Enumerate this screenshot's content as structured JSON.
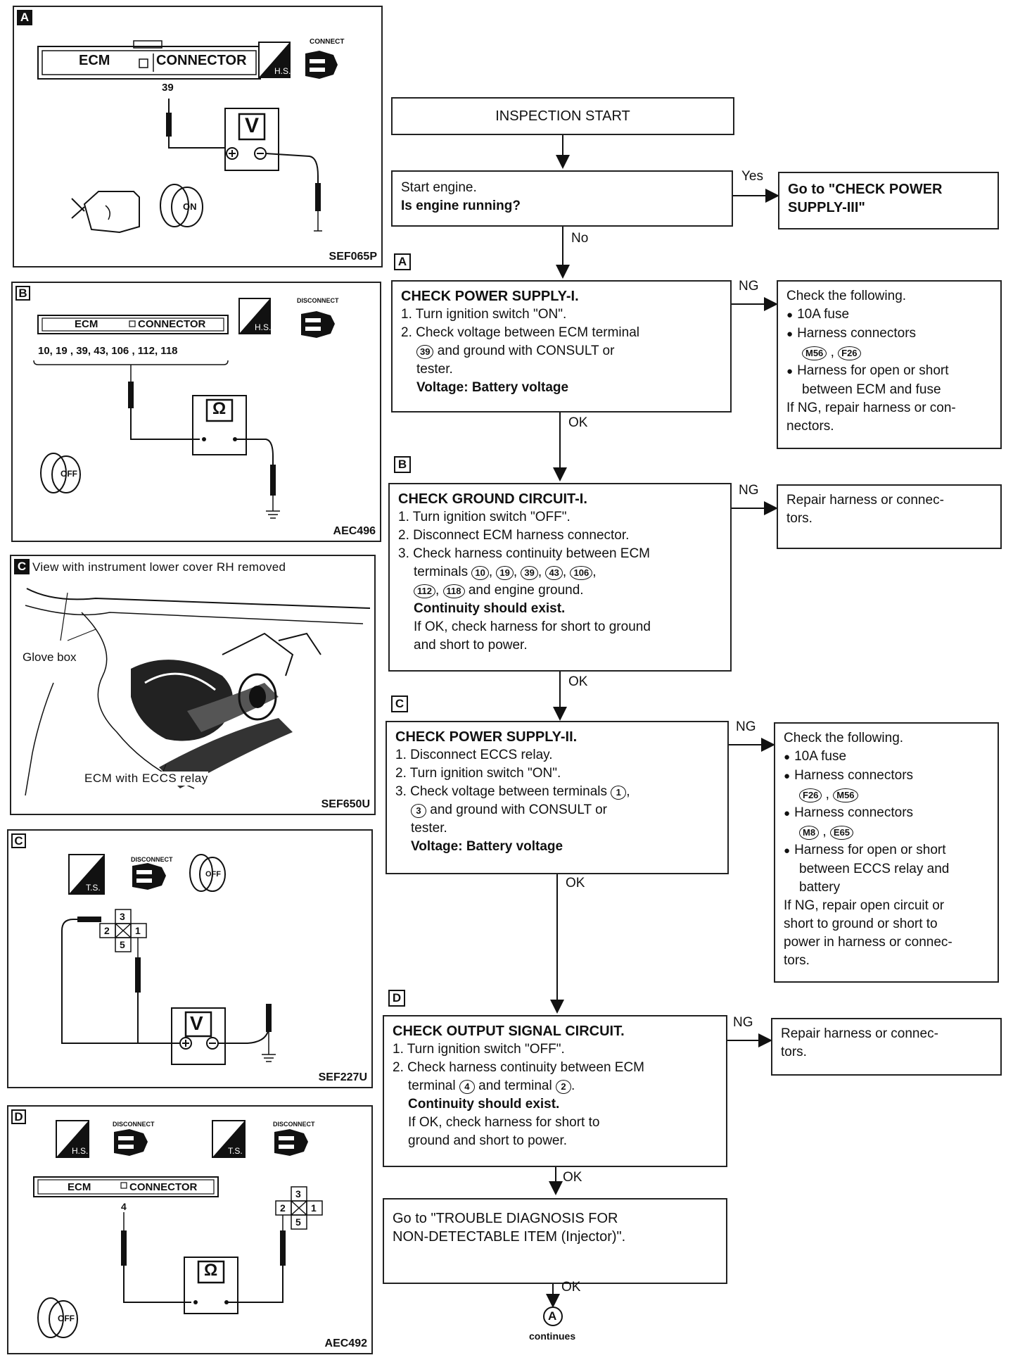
{
  "panels": {
    "a": {
      "label": "A",
      "ecm": "ECM",
      "connector": "CONNECTOR",
      "terminal": "39",
      "connect_label": "CONNECT",
      "hs_label": "H.S.",
      "meter": "V",
      "key": "ON",
      "figure": "SEF065P"
    },
    "b": {
      "label": "B",
      "ecm": "ECM",
      "connector": "CONNECTOR",
      "terminals": "10, 19 , 39, 43, 106 , 112, 118",
      "disconnect_label": "DISCONNECT",
      "hs_label": "H.S.",
      "meter": "Ω",
      "key": "OFF",
      "figure": "AEC496"
    },
    "c1": {
      "label": "C",
      "caption": "View with instrument lower cover RH removed",
      "glove": "Glove box",
      "ecm_relay": "ECM with ECCS relay",
      "figure": "SEF650U"
    },
    "c2": {
      "label": "C",
      "disconnect_label": "DISCONNECT",
      "ts_label": "T.S.",
      "relay": [
        "3",
        "2",
        "1",
        "5"
      ],
      "meter": "V",
      "key": "OFF",
      "figure": "SEF227U"
    },
    "d": {
      "label": "D",
      "disconnect_label": "DISCONNECT",
      "hs_label": "H.S.",
      "ts_label": "T.S.",
      "ecm": "ECM",
      "connector": "CONNECTOR",
      "terminal": "4",
      "relay": [
        "3",
        "2",
        "1",
        "5"
      ],
      "meter": "Ω",
      "key": "OFF",
      "figure": "AEC492"
    }
  },
  "flow": {
    "start": "INSPECTION START",
    "q1_line1": "Start engine.",
    "q1_line2": "Is engine running?",
    "yes": "Yes",
    "no": "No",
    "goto_psiii": "Go to \"CHECK POWER SUPPLY-III\"",
    "step_a": "A",
    "step_b": "B",
    "step_c": "C",
    "step_d": "D",
    "ng": "NG",
    "ok": "OK",
    "a": {
      "title": "CHECK POWER SUPPLY-I.",
      "s1": "1. Turn ignition switch \"ON\".",
      "s2a": "2. Check voltage between ECM terminal",
      "term": "39",
      "s2b": "and ground with CONSULT or",
      "s2c": "tester.",
      "spec": "Voltage: Battery voltage"
    },
    "a_ng": {
      "title": "Check the following.",
      "b1": "10A fuse",
      "b2": "Harness connectors",
      "c1": "M56",
      "c2": "F26",
      "b3a": "Harness for open or short",
      "b3b": "between ECM and fuse",
      "tail1": "If NG, repair harness or con-",
      "tail2": "nectors."
    },
    "b": {
      "title": "CHECK GROUND CIRCUIT-I.",
      "s1": "1. Turn ignition switch \"OFF\".",
      "s2": "2. Disconnect ECM harness connector.",
      "s3a": "3. Check harness continuity between ECM",
      "s3b": "terminals",
      "t1": "10",
      "t2": "19",
      "t3": "39",
      "t4": "43",
      "t5": "106",
      "t6": "112",
      "t7": "118",
      "s3c": "and engine ground.",
      "spec": "Continuity should exist.",
      "tail1": "If OK, check harness for short to ground",
      "tail2": "and short to power."
    },
    "b_ng": {
      "line1": "Repair harness or connec-",
      "line2": "tors."
    },
    "c": {
      "title": "CHECK POWER SUPPLY-II.",
      "s1": "1. Disconnect ECCS relay.",
      "s2": "2. Turn ignition switch \"ON\".",
      "s3a": "3. Check voltage between terminals",
      "t1": "1",
      "t3": "3",
      "s3b": "and ground with CONSULT or",
      "s3c": "tester.",
      "spec": "Voltage: Battery voltage"
    },
    "c_ng": {
      "title": "Check the following.",
      "b1": "10A fuse",
      "b2": "Harness connectors",
      "c1": "F26",
      "c2": "M56",
      "b3": "Harness connectors",
      "c3": "M8",
      "c4": "E65",
      "b4a": "Harness for open or short",
      "b4b": "between ECCS relay and",
      "b4c": "battery",
      "tail1": "If NG, repair open circuit or",
      "tail2": "short to ground or short to",
      "tail3": "power in harness or connec-",
      "tail4": "tors."
    },
    "d": {
      "title": "CHECK OUTPUT SIGNAL CIRCUIT.",
      "s1": "1. Turn ignition switch \"OFF\".",
      "s2a": "2. Check harness continuity between ECM",
      "s2b": "terminal",
      "t4": "4",
      "s2c": "and terminal",
      "t2": "2",
      "spec": "Continuity should exist.",
      "tail1": "If OK, check harness for short to",
      "tail2": "ground and short to power."
    },
    "d_ng": {
      "line1": "Repair harness or connec-",
      "line2": "tors."
    },
    "final": {
      "line1": "Go to \"TROUBLE DIAGNOSIS FOR",
      "line2": "NON-DETECTABLE ITEM (Injector)\"."
    },
    "continue_symbol": "A",
    "continues": "continues"
  }
}
